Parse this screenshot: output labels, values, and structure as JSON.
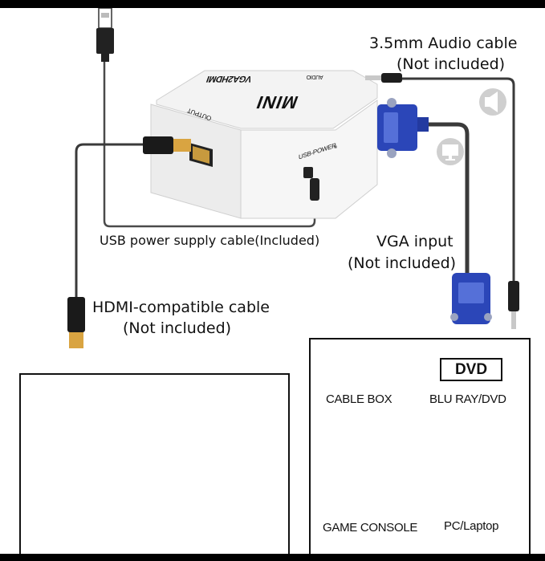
{
  "device": {
    "top_label": "MINI",
    "model": "VGA2HDMI",
    "audio_port": "AUDIO",
    "output_port": "OUTPUT",
    "usb_port": "USB-POWER"
  },
  "callouts": {
    "audio": {
      "line1": "3.5mm Audio cable",
      "line2": "(Not included)"
    },
    "usb": {
      "text": "USB power supply cable(Included)"
    },
    "vga": {
      "line1": "VGA input",
      "line2": "(Not included)"
    },
    "hdmi": {
      "line1": "HDMI-compatible cable",
      "line2": "(Not included)"
    }
  },
  "sources": {
    "cable_box": "CABLE BOX",
    "dvd_badge": "DVD",
    "blu_ray": "BLU RAY/DVD",
    "game_console": "GAME CONSOLE",
    "pc": "PC/Laptop"
  },
  "colors": {
    "vga_blue": "#2b46b8",
    "cable": "#3a3a3a",
    "device_white": "#f4f4f4",
    "gold": "#d9a441"
  }
}
